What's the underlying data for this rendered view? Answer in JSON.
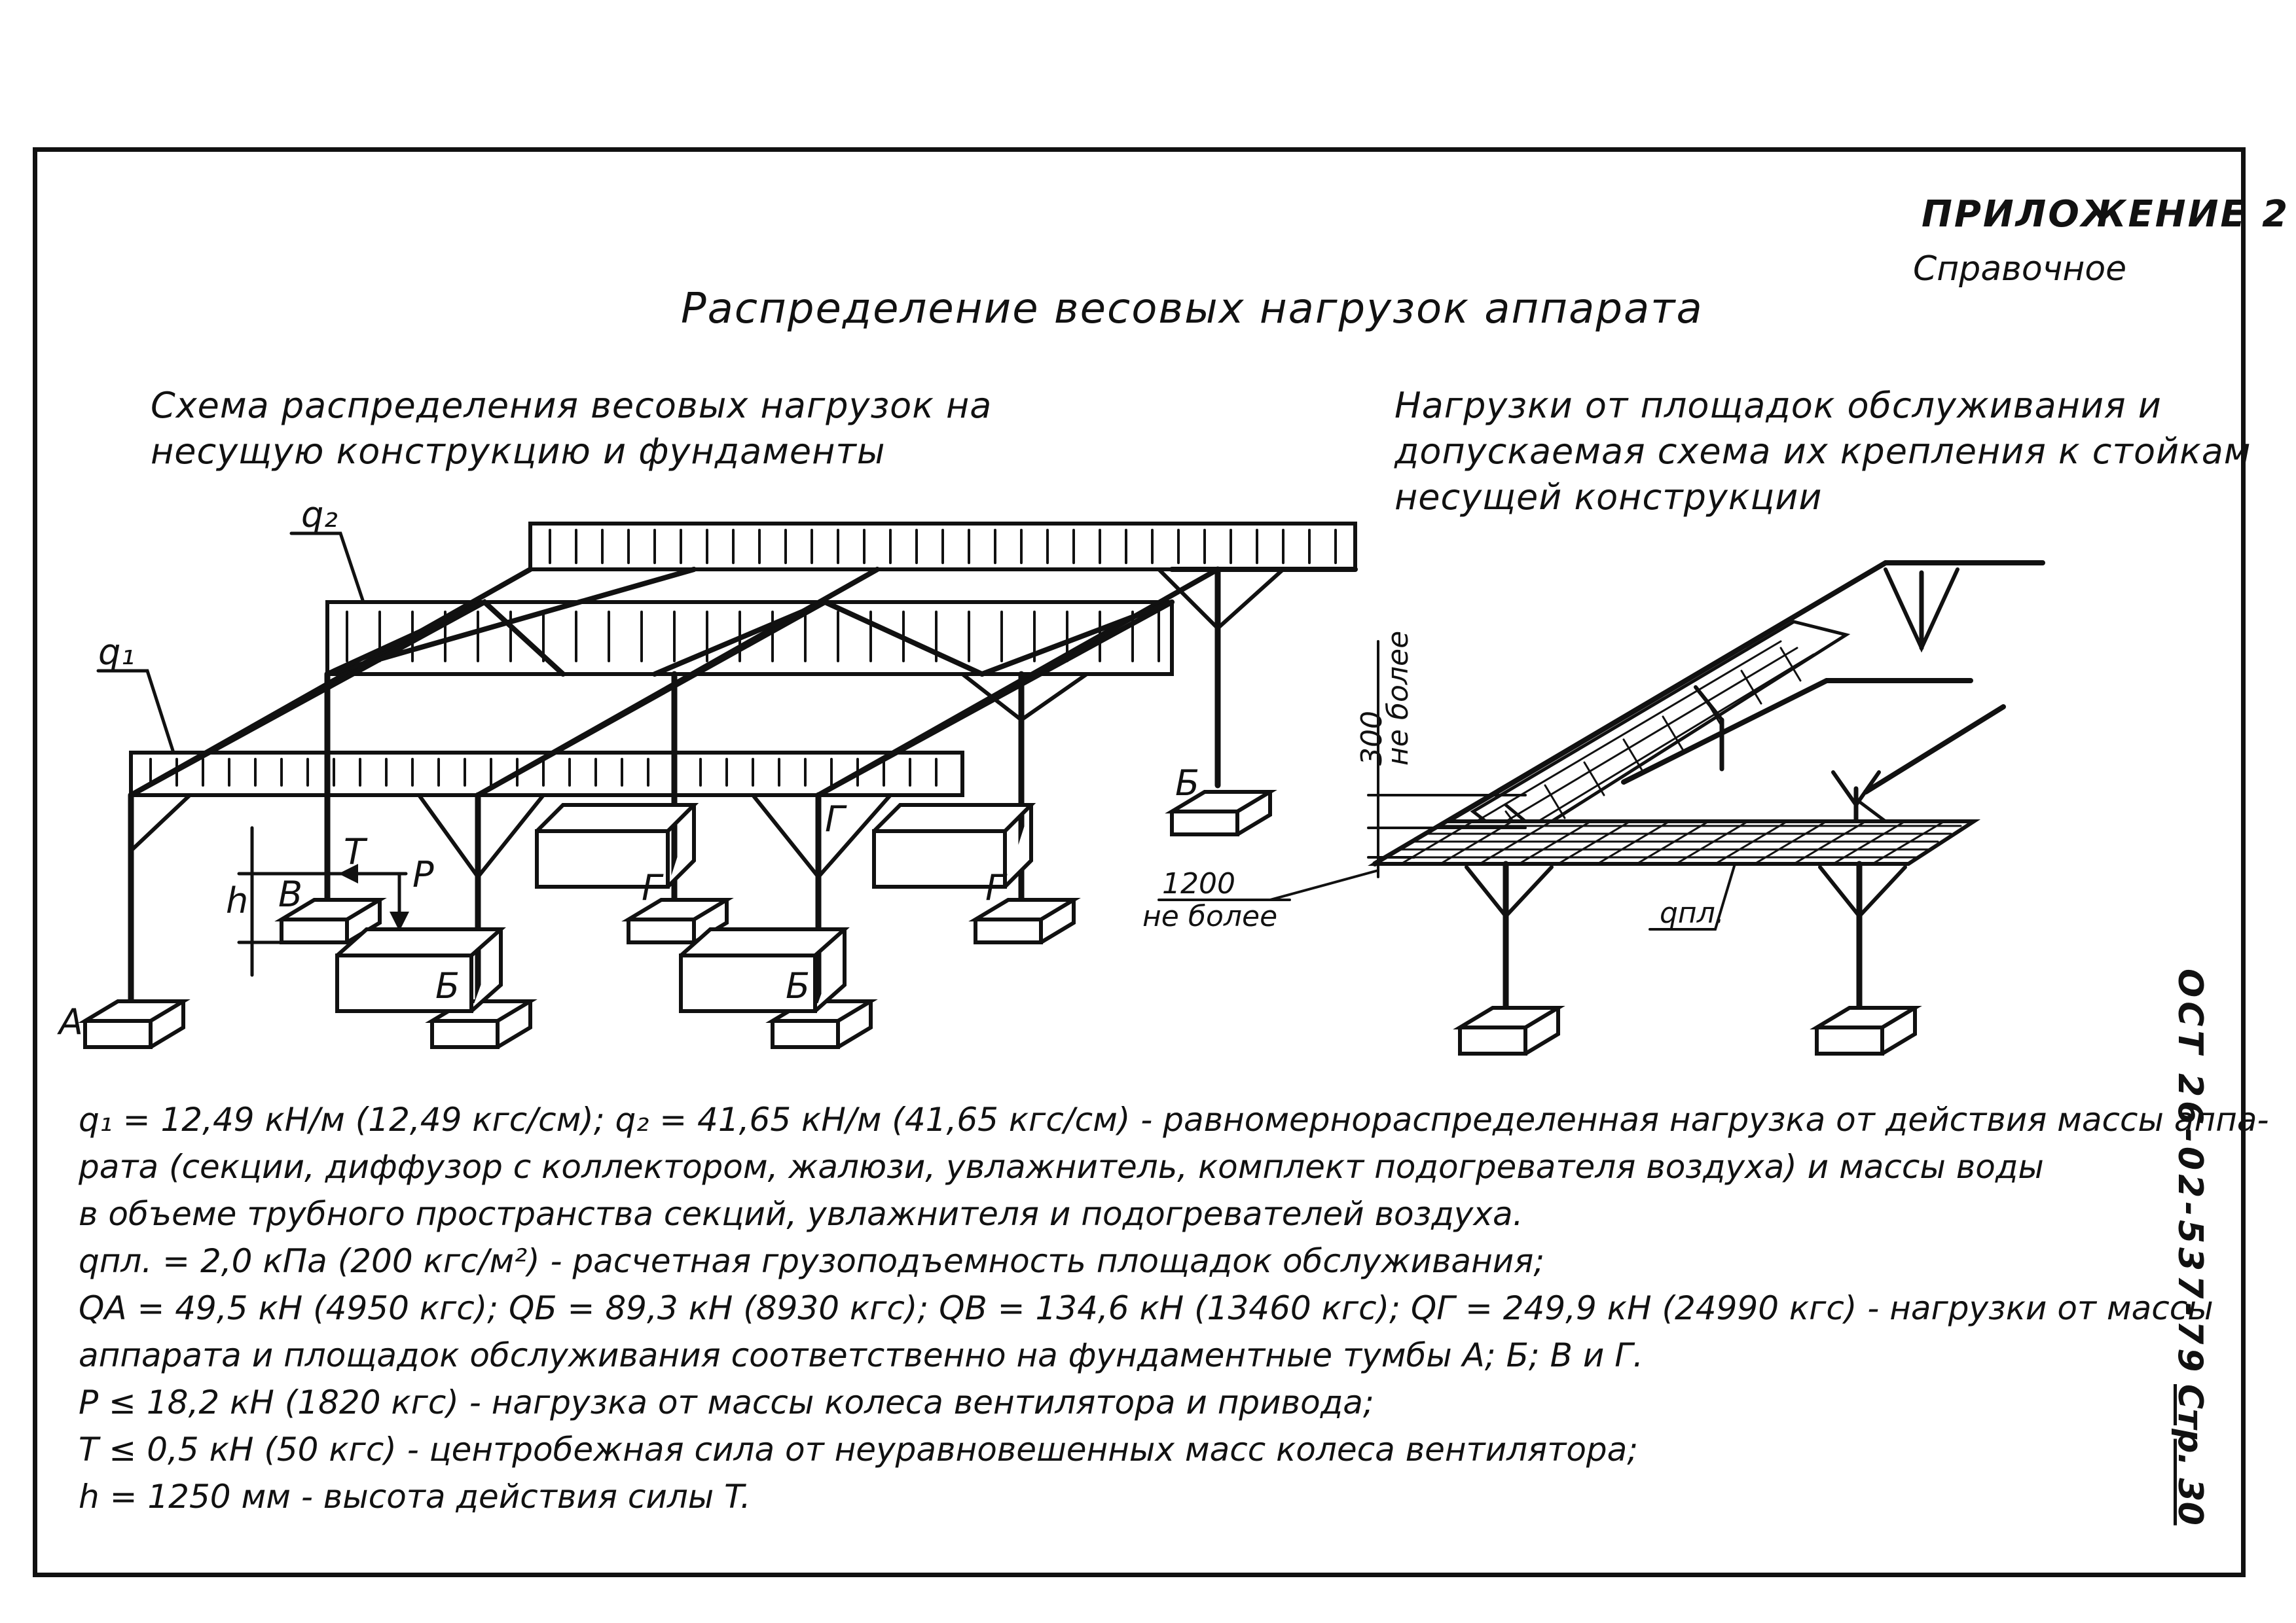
{
  "header": {
    "appendix": "ПРИЛОЖЕНИЕ 2",
    "appendix_subtitle": "Справочное",
    "title": "Распределение весовых нагрузок аппарата"
  },
  "left_diagram": {
    "caption_line1": "Схема распределения весовых нагрузок на",
    "caption_line2": "несущую конструкцию и фундаменты",
    "labels": {
      "q1": "q₁",
      "q2": "q₂",
      "A": "A",
      "B1": "Б",
      "B2": "Б",
      "B3": "Б",
      "V": "В",
      "G1": "Г",
      "G2": "Г",
      "G3": "Г",
      "T": "T",
      "P": "P",
      "h": "h"
    }
  },
  "right_diagram": {
    "caption_line1": "Нагрузки от площадок обслуживания и",
    "caption_line2": "допускаемая схема их крепления к стойкам",
    "caption_line3": "несущей конструкции",
    "dim_vertical": "300",
    "dim_vertical_note": "не более",
    "dim_horizontal": "1200",
    "dim_horizontal_note": "не более",
    "q_platform": "qпл."
  },
  "notes": {
    "line1": "q₁ = 12,49 кН/м (12,49 кгс/см); q₂ = 41,65 кН/м (41,65 кгс/см) - равномернораспределенная нагрузка от действия массы аппа-",
    "line2": "рата (секции, диффузор с коллектором, жалюзи, увлажнитель, комплект подогревателя воздуха) и массы воды",
    "line3": "в объеме трубного пространства секций, увлажнителя и подогревателей воздуха.",
    "line4": "qпл. = 2,0 кПа (200 кгс/м²) - расчетная грузоподъемность площадок обслуживания;",
    "line5": "QА = 49,5 кН (4950 кгс); QБ = 89,3 кН (8930 кгс); QВ = 134,6 кН (13460 кгс); QГ = 249,9 кН (24990 кгс) - нагрузки от массы",
    "line6": "аппарата и площадок обслуживания соответственно на фундаментные тумбы А; Б; В и Г.",
    "line7": "P ≤ 18,2 кН (1820 кгс) - нагрузка от массы колеса вентилятора и привода;",
    "line8": "T ≤ 0,5 кН (50 кгс) - центробежная сила от неуравновешенных масс колеса вентилятора;",
    "line9": "h = 1250 мм - высота действия силы T."
  },
  "side": {
    "standard_code": "ОСТ 26-02-537-79",
    "page": "Стр. 30"
  }
}
